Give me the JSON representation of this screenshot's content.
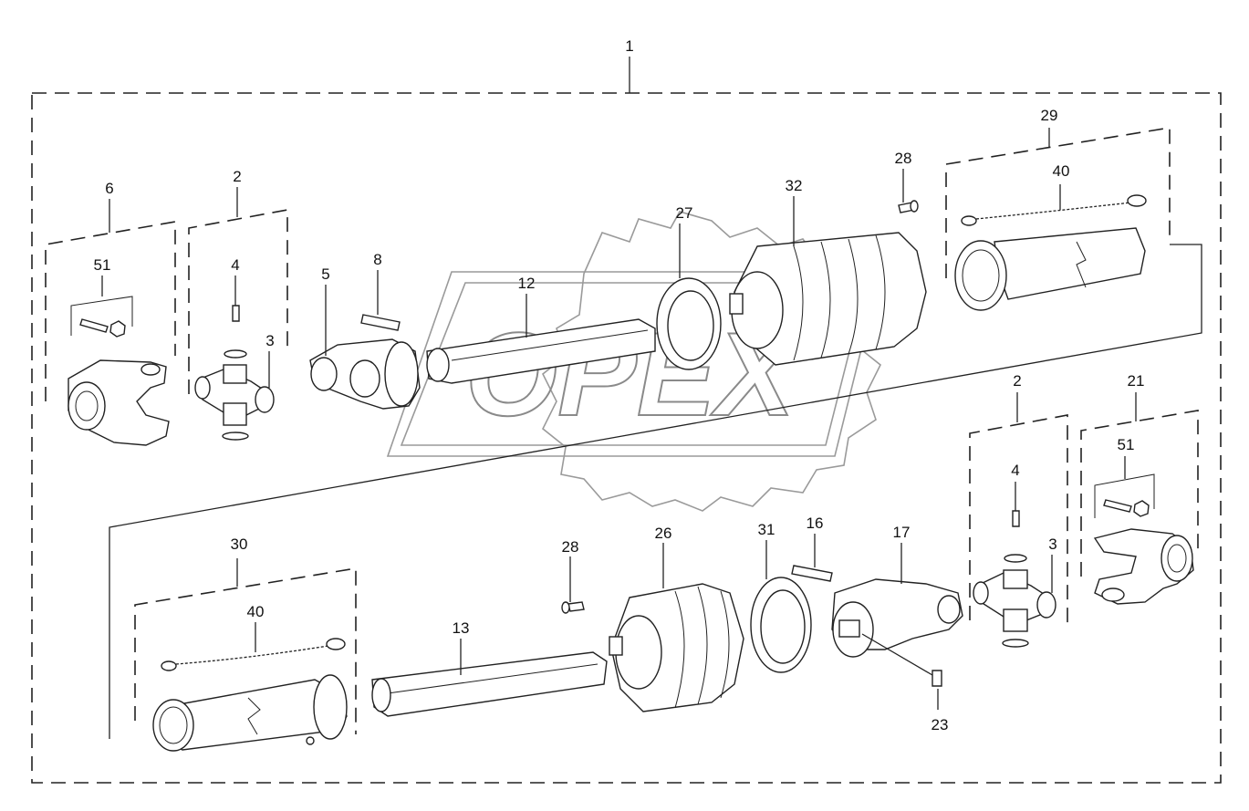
{
  "watermark": {
    "brand": "OPEX"
  },
  "callouts": {
    "c1": "1",
    "c2a": "2",
    "c2b": "2",
    "c3a": "3",
    "c3b": "3",
    "c4a": "4",
    "c4b": "4",
    "c5": "5",
    "c6": "6",
    "c8": "8",
    "c12": "12",
    "c13": "13",
    "c16": "16",
    "c17": "17",
    "c21": "21",
    "c23": "23",
    "c26": "26",
    "c27": "27",
    "c28a": "28",
    "c28b": "28",
    "c29": "29",
    "c30": "30",
    "c31": "31",
    "c32": "32",
    "c40a": "40",
    "c40b": "40",
    "c51a": "51",
    "c51b": "51"
  }
}
